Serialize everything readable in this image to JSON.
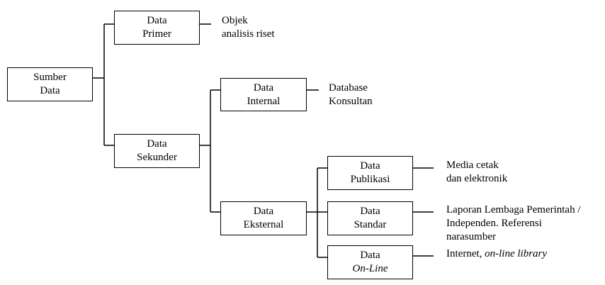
{
  "diagram": {
    "root": {
      "line1": "Sumber",
      "line2": "Data"
    },
    "primer": {
      "line1": "Data",
      "line2": "Primer",
      "note": {
        "line1": "Objek",
        "line2": "analisis riset"
      }
    },
    "sekunder": {
      "line1": "Data",
      "line2": "Sekunder"
    },
    "internal": {
      "line1": "Data",
      "line2": "Internal",
      "note": {
        "line1": "Database",
        "line2": "Konsultan"
      }
    },
    "eksternal": {
      "line1": "Data",
      "line2": "Eksternal"
    },
    "publikasi": {
      "line1": "Data",
      "line2": "Publikasi",
      "note": {
        "line1": "Media cetak",
        "line2": "dan elektronik"
      }
    },
    "standar": {
      "line1": "Data",
      "line2": "Standar",
      "note": {
        "line1": "Laporan Lembaga Pemerintah /",
        "line2": "Independen. Referensi",
        "line3": "narasumber"
      }
    },
    "online": {
      "line1": "Data",
      "line2": "On-Line",
      "note": {
        "prefix": "Internet, ",
        "italic": "on-line library"
      }
    }
  }
}
